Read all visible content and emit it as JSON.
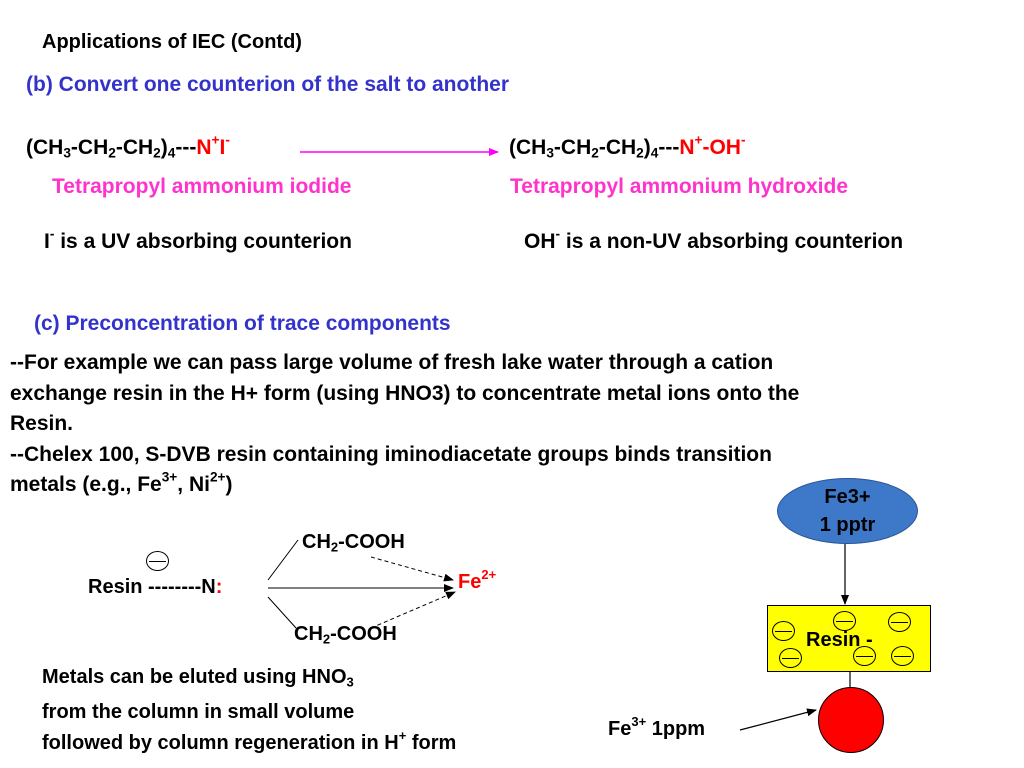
{
  "title": "Applications of IEC (Contd)",
  "section_b": {
    "heading": "(b) Convert one counterion of the salt to another",
    "left_formula": {
      "base": "(CH",
      "s1": "3",
      "m1": "-CH",
      "s2": "2",
      "m2": "-CH",
      "s3": "2",
      "m3": ")",
      "s4": "4",
      "m4": "---",
      "ion": "N",
      "ion_charge": "+",
      "counter": "I",
      "counter_charge": "-"
    },
    "right_formula": {
      "base": "(CH",
      "s1": "3",
      "m1": "-CH",
      "s2": "2",
      "m2": "-CH",
      "s3": "2",
      "m3": ")",
      "s4": "4",
      "m4": "---",
      "ion": "N",
      "ion_charge": "+",
      "counter": "-OH",
      "counter_charge": "-"
    },
    "left_name": "Tetrapropyl ammonium iodide",
    "right_name": "Tetrapropyl ammonium hydroxide",
    "left_note": {
      "ion": "I",
      "charge": "-",
      "text": " is a UV absorbing counterion"
    },
    "right_note": {
      "ion": "OH",
      "charge": "-",
      "text": " is a non-UV absorbing counterion"
    },
    "arrow_color": "#ff00ff"
  },
  "section_c": {
    "heading": "(c) Preconcentration of trace components",
    "line1": "--For example we can pass large volume of fresh lake water through a cation",
    "line2": "exchange resin in the H+ form (using HNO3) to concentrate metal ions onto the",
    "line3": "Resin.",
    "line4": "--Chelex 100, S-DVB resin containing iminodiacetate groups binds transition",
    "line5_a": "metals (e.g., Fe",
    "line5_sup1": "3+",
    "line5_b": ", Ni",
    "line5_sup2": "2+",
    "line5_c": ")"
  },
  "chelate": {
    "resin_label": "Resin --------N",
    "colon": ":",
    "top_group": {
      "a": "CH",
      "sub": "2",
      "b": "-COOH"
    },
    "bottom_group": {
      "a": "CH",
      "sub": "2",
      "b": "-COOH"
    },
    "metal": {
      "text": "Fe",
      "charge": "2+"
    }
  },
  "elution_note": {
    "line1_a": "Metals can be eluted using HNO",
    "line1_sub": "3",
    "line2": "from the column in small volume",
    "line3_a": "followed by column regeneration in H",
    "line3_sup": "+",
    "line3_b": " form"
  },
  "column": {
    "input_label_line1": "Fe3+",
    "input_label_line2": "1 pptr",
    "resin_label": "Resin -",
    "output": {
      "text": "Fe",
      "charge": "3+",
      "value": " 1ppm"
    },
    "colors": {
      "ellipse": "#3d78c9",
      "resin_box": "#ffff00",
      "circle": "#ff0000"
    }
  },
  "colors": {
    "heading_blue": "#3333cc",
    "name_magenta": "#ff33cc",
    "ion_red": "#ff0000"
  }
}
